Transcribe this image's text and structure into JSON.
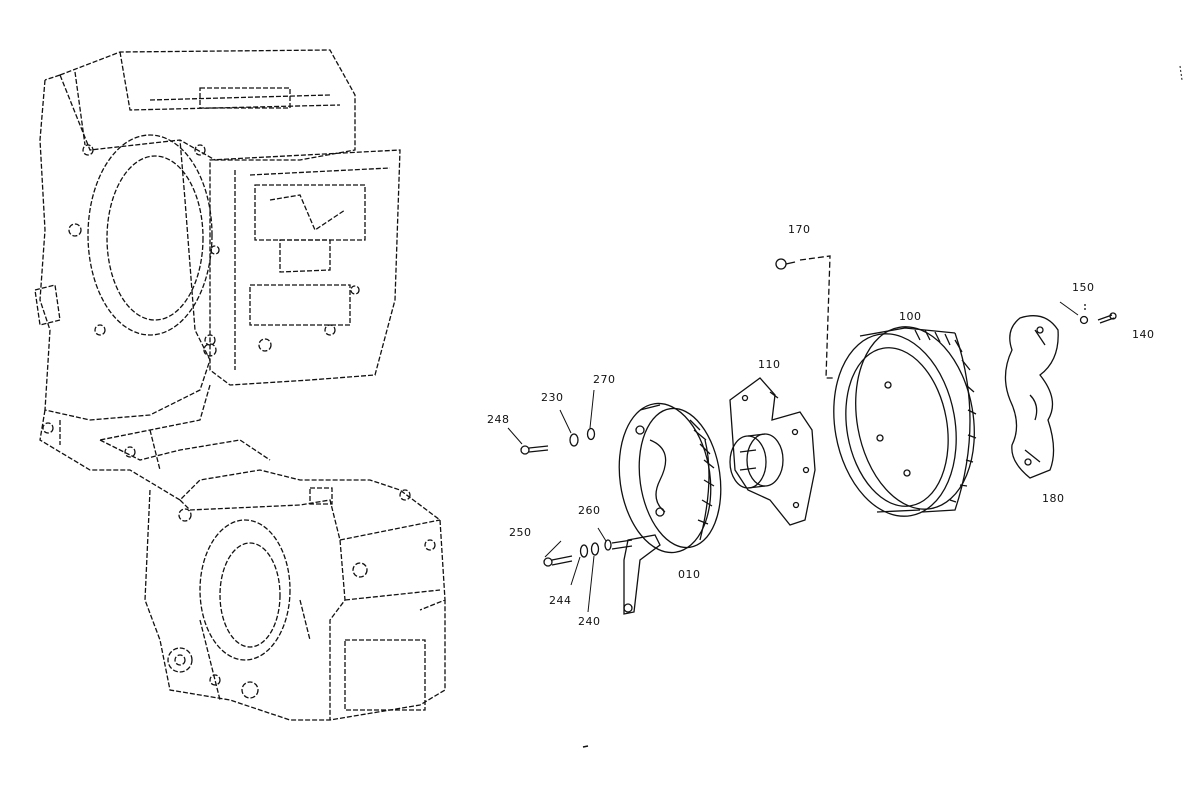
{
  "colors": {
    "ink": "#111111",
    "paper": "#ffffff",
    "shade": "#555555"
  },
  "labels": {
    "p170": "170",
    "p150": "150",
    "p140": "140",
    "p100": "100",
    "p110": "110",
    "p180": "180",
    "p270": "270",
    "p230": "230",
    "p248": "248",
    "p260": "260",
    "p250": "250",
    "p244": "244",
    "p240": "240",
    "p010": "010"
  }
}
